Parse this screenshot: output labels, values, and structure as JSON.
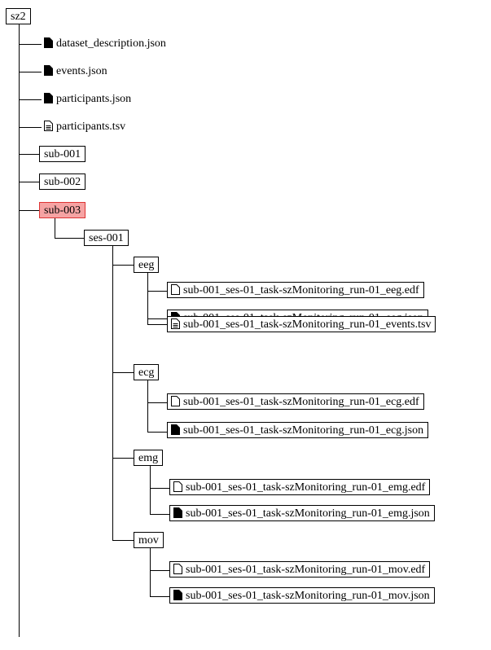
{
  "root": "sz2",
  "root_files": [
    {
      "name": "dataset_description.json",
      "icon": "file-solid-icon"
    },
    {
      "name": "events.json",
      "icon": "file-solid-icon"
    },
    {
      "name": "participants.json",
      "icon": "file-solid-icon"
    },
    {
      "name": "participants.tsv",
      "icon": "file-lines-icon"
    }
  ],
  "subjects": [
    "sub-001",
    "sub-002",
    "sub-003"
  ],
  "selected_subject": "sub-003",
  "session": "ses-001",
  "modalities": [
    {
      "name": "eeg",
      "files": [
        {
          "name": "sub-001_ses-01_task-szMonitoring_run-01_eeg.edf",
          "icon": "file-outline-icon"
        },
        {
          "name": "sub-001_ses-01_task-szMonitoring_run-01_eeg.json",
          "icon": "file-solid-icon"
        },
        {
          "name": "sub-001_ses-01_task-szMonitoring_run-01_events.tsv",
          "icon": "file-lines-icon"
        }
      ]
    },
    {
      "name": "ecg",
      "files": [
        {
          "name": "sub-001_ses-01_task-szMonitoring_run-01_ecg.edf",
          "icon": "file-outline-icon"
        },
        {
          "name": "sub-001_ses-01_task-szMonitoring_run-01_ecg.json",
          "icon": "file-solid-icon"
        }
      ]
    },
    {
      "name": "emg",
      "files": [
        {
          "name": "sub-001_ses-01_task-szMonitoring_run-01_emg.edf",
          "icon": "file-outline-icon"
        },
        {
          "name": "sub-001_ses-01_task-szMonitoring_run-01_emg.json",
          "icon": "file-solid-icon"
        }
      ]
    },
    {
      "name": "mov",
      "files": [
        {
          "name": "sub-001_ses-01_task-szMonitoring_run-01_mov.edf",
          "icon": "file-outline-icon"
        },
        {
          "name": "sub-001_ses-01_task-szMonitoring_run-01_mov.json",
          "icon": "file-solid-icon"
        }
      ]
    }
  ],
  "colors": {
    "highlight_fill": "#f6a3a3",
    "highlight_border": "#dd3333",
    "line": "#000000"
  }
}
